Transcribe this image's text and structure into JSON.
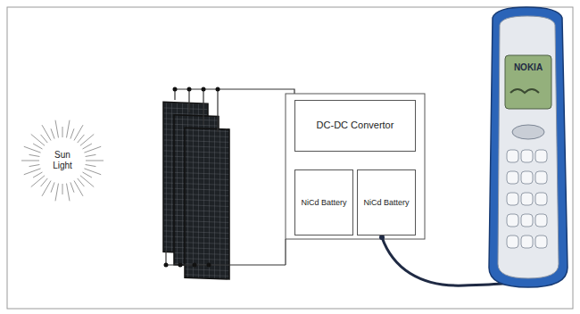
{
  "diagram": {
    "nodes": [
      {
        "text": [
          "Sun Light"
        ]
      },
      {
        "text": [
          "DC-DC Convertor"
        ]
      },
      {
        "text": [
          "NiCd Battery"
        ]
      },
      {
        "text": [
          "NiCd Battery"
        ]
      }
    ],
    "labels": [
      "NOKIA"
    ]
  }
}
